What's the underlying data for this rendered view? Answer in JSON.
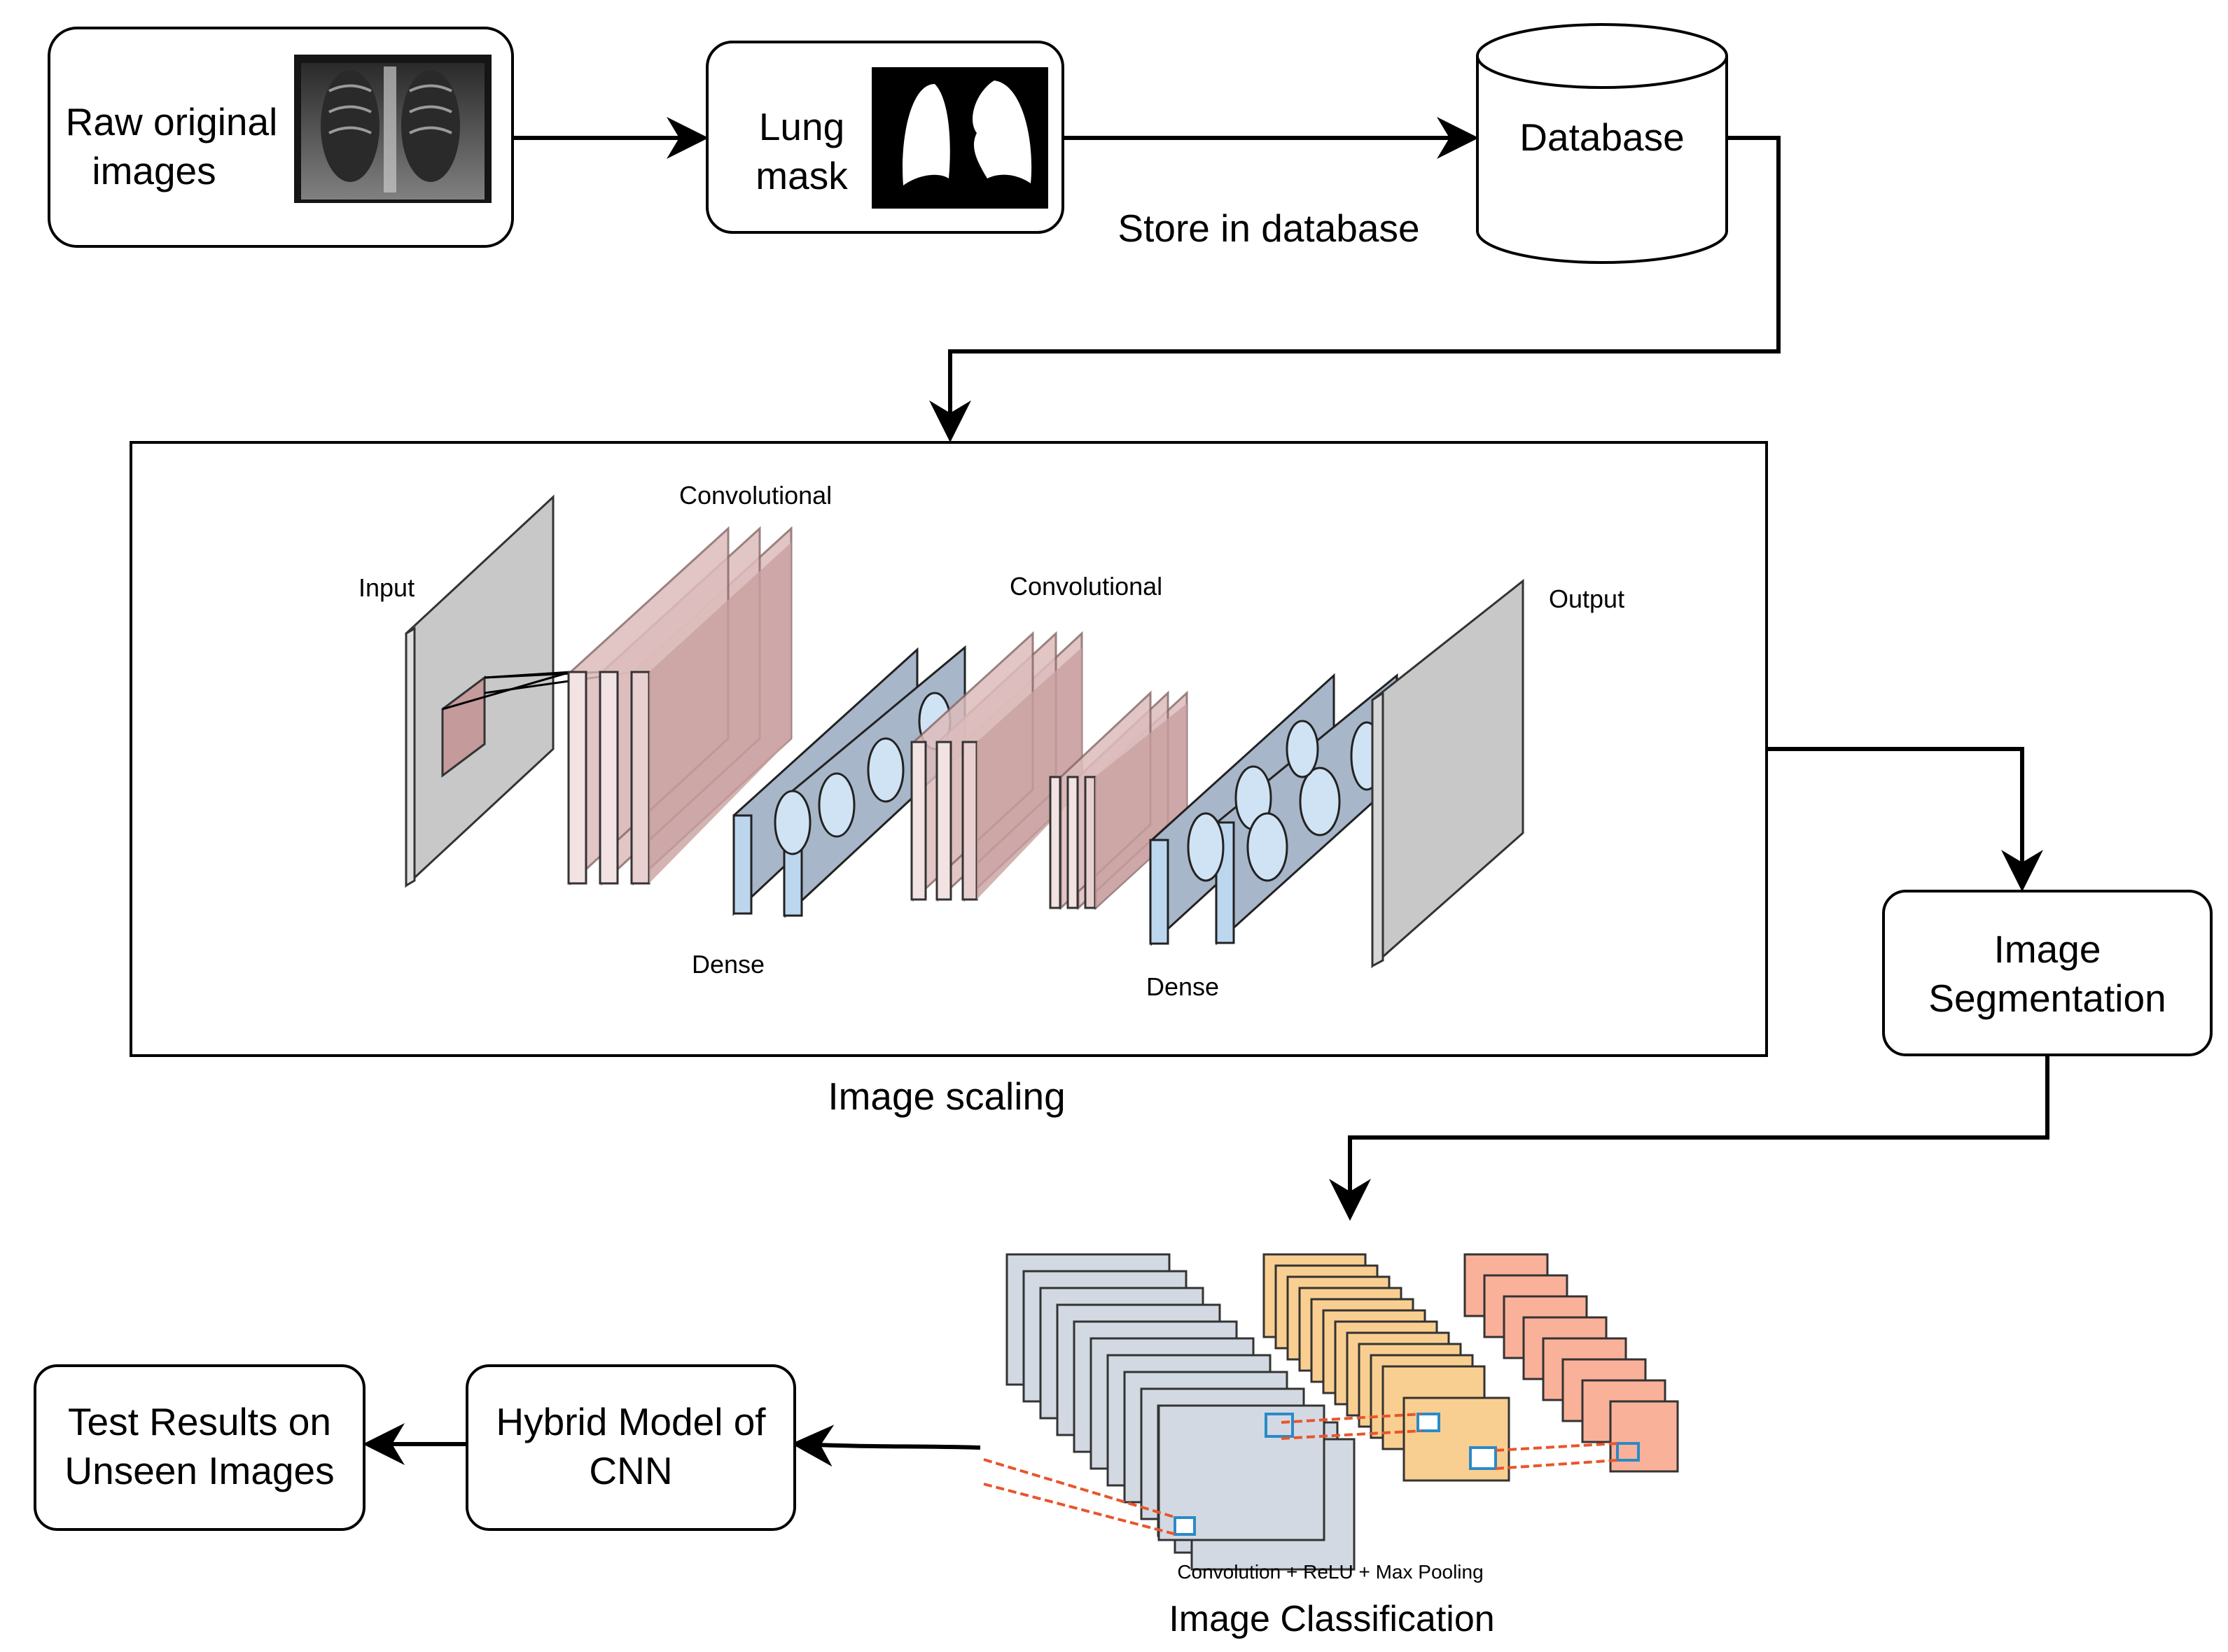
{
  "nodes": {
    "raw_images": {
      "line1": "Raw original",
      "line2": "images"
    },
    "lung_mask": {
      "line1": "Lung",
      "line2": "mask"
    },
    "database": {
      "label": "Database"
    },
    "image_segmentation": {
      "line1": "Image",
      "line2": "Segmentation"
    },
    "hybrid_model": {
      "line1": "Hybrid Model of",
      "line2": "CNN"
    },
    "test_results": {
      "line1": "Test Results on",
      "line2": "Unseen Images"
    }
  },
  "edge_labels": {
    "store_in_database": "Store in database"
  },
  "cnn_panel": {
    "caption": "Image scaling",
    "input_label": "Input",
    "conv1_label": "Convolutional",
    "conv2_label": "Convolutional",
    "dense1_label": "Dense",
    "dense2_label": "Dense",
    "output_label": "Output"
  },
  "classification": {
    "sub_caption": "Convolution + ReLU + Max Pooling",
    "caption": "Image Classification"
  },
  "colors": {
    "conv_fill": "#d9b3b3",
    "dense_fill": "#b7cde4",
    "gray_plane": "#c8c8c8",
    "stack_gray": "#d3d9e3",
    "stack_orange": "#f9cf91",
    "stack_salmon": "#f9b19a",
    "highlight_blue": "#2b8ac7",
    "dashed_red": "#e8552b"
  }
}
